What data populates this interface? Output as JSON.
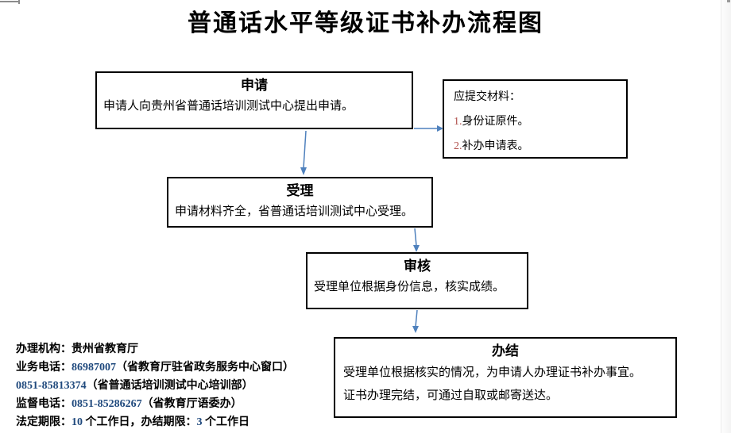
{
  "page": {
    "title": "普通话水平等级证书补办流程图"
  },
  "flow": {
    "apply": {
      "title": "申请",
      "body": "申请人向贵州省普通话培训测试中心提出申请。"
    },
    "materials": {
      "heading": "应提交材料：",
      "items": [
        {
          "num": "1.",
          "text": "身份证原件。"
        },
        {
          "num": "2.",
          "text": "补办申请表。"
        }
      ]
    },
    "accept": {
      "title": "受理",
      "body": "申请材料齐全，省普通话培训测试中心受理。"
    },
    "review": {
      "title": "审核",
      "body": "受理单位根据身份信息，核实成绩。"
    },
    "complete": {
      "title": "办结",
      "body_line1": "受理单位根据核实的情况，为申请人办理证书补办事宜。",
      "body_line2": "证书办理完结，可通过自取或邮寄送达。"
    }
  },
  "footer": {
    "line1_label": "办理机构：",
    "line1_value": "贵州省教育厅",
    "line2_label": "业务电话：",
    "line2_number": "86987007",
    "line2_note": "（省教育厅驻省政务服务中心窗口）",
    "line3_number": "0851-85813374",
    "line3_note": "（省普通话培训测试中心培训部）",
    "line4_label": "监督电话：",
    "line4_number": "0851-85286267",
    "line4_note": "（省教育厅语委办）",
    "line5_label": "法定期限：",
    "line5_num1": "10",
    "line5_mid": " 个工作日，办结期限：",
    "line5_num2": "3",
    "line5_end": " 个工作日"
  },
  "colors": {
    "arrow_blue": "#4f81bd",
    "materials_number_red": "#b0504c",
    "footer_number_blue": "#1f497d",
    "box_border_black": "#000000",
    "corner_mark_gray": "#8c8c8c"
  }
}
